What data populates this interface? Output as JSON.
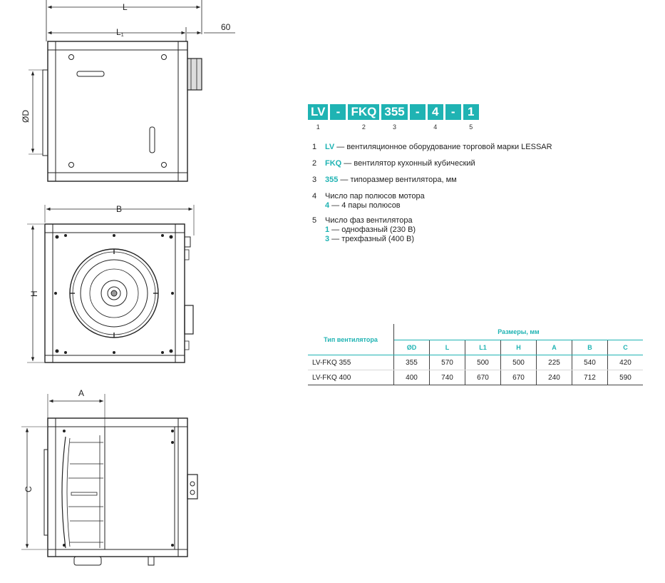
{
  "drawings": {
    "top_view": {
      "dim_L": "L",
      "dim_L1": "L",
      "dim_L1_sub": "1",
      "dim_60": "60",
      "dim_D": "ØD"
    },
    "front_view": {
      "dim_B": "B",
      "dim_H": "H"
    },
    "side_view": {
      "dim_A": "A",
      "dim_C": "C"
    }
  },
  "model_code": {
    "parts": [
      {
        "text": "LV",
        "num": "1"
      },
      {
        "text": "-",
        "num": ""
      },
      {
        "text": "FKQ",
        "num": "2"
      },
      {
        "text": "355",
        "num": "3"
      },
      {
        "text": "-",
        "num": ""
      },
      {
        "text": "4",
        "num": "4"
      },
      {
        "text": "-",
        "num": ""
      },
      {
        "text": "1",
        "num": "5"
      }
    ]
  },
  "legend": [
    {
      "num": "1",
      "code": "LV",
      "text": " — вентиляционное оборудование торговой марки LESSAR"
    },
    {
      "num": "2",
      "code": "FKQ",
      "text": " — вентилятор кухонный кубический"
    },
    {
      "num": "3",
      "code": "355",
      "text": " — типоразмер вентилятора, мм"
    },
    {
      "num": "4",
      "title": "Число пар полюсов мотора",
      "subs": [
        {
          "code": "4",
          "text": " — 4 пары полюсов"
        }
      ]
    },
    {
      "num": "5",
      "title": "Число фаз вентилятора",
      "subs": [
        {
          "code": "1",
          "text": " — однофазный (230 В)"
        },
        {
          "code": "3",
          "text": " — трехфазный (400 В)"
        }
      ]
    }
  ],
  "table": {
    "type_header": "Тип вентилятора",
    "group_header": "Размеры, мм",
    "columns": [
      "ØD",
      "L",
      "L1",
      "H",
      "A",
      "B",
      "C"
    ],
    "rows": [
      {
        "type": "LV-FKQ 355",
        "values": [
          "355",
          "570",
          "500",
          "500",
          "225",
          "540",
          "420"
        ]
      },
      {
        "type": "LV-FKQ 400",
        "values": [
          "400",
          "740",
          "670",
          "670",
          "240",
          "712",
          "590"
        ]
      }
    ]
  },
  "colors": {
    "accent": "#1fb3b3",
    "line": "#222222"
  }
}
